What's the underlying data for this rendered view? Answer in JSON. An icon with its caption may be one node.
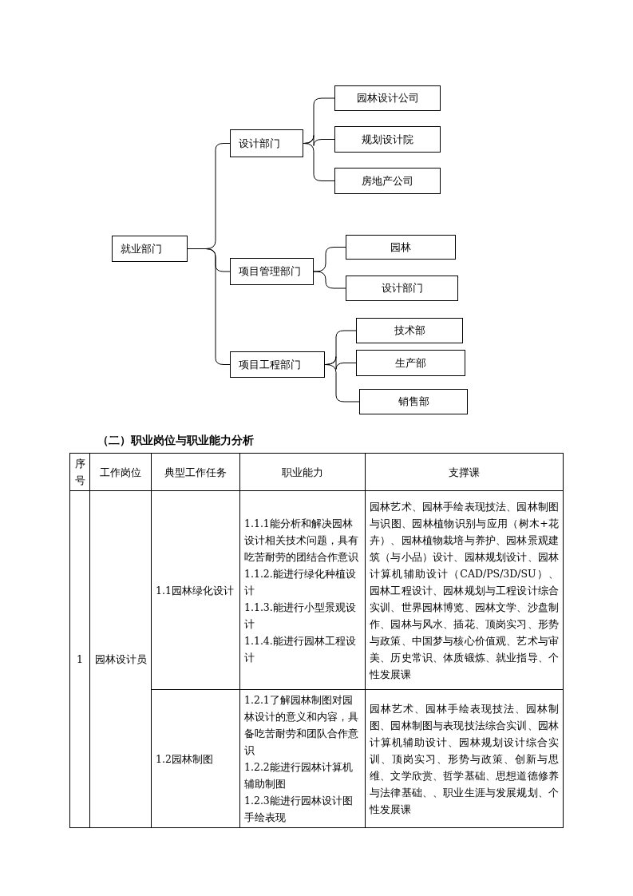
{
  "diagram": {
    "nodes": [
      {
        "text": [
          "就业部门"
        ]
      },
      {
        "text": [
          "设计部门"
        ]
      },
      {
        "text": [
          "项目管理部门"
        ]
      },
      {
        "text": [
          "项目工程部门"
        ]
      },
      {
        "text": [
          "园林设计公司"
        ]
      },
      {
        "text": [
          "规划设计院"
        ]
      },
      {
        "text": [
          "房地产公司"
        ]
      },
      {
        "text": [
          "园林"
        ]
      },
      {
        "text": [
          "设计部门"
        ]
      },
      {
        "text": [
          "技术部"
        ]
      },
      {
        "text": [
          "生产部"
        ]
      },
      {
        "text": [
          "销售部"
        ]
      }
    ],
    "edges": [
      {
        "from": 0,
        "to": 1,
        "arrow": "none"
      },
      {
        "from": 0,
        "to": 2,
        "arrow": "none"
      },
      {
        "from": 0,
        "to": 3,
        "arrow": "none"
      },
      {
        "from": 1,
        "to": 4,
        "arrow": "none"
      },
      {
        "from": 1,
        "to": 5,
        "arrow": "none"
      },
      {
        "from": 1,
        "to": 6,
        "arrow": "none"
      },
      {
        "from": 2,
        "to": 7,
        "arrow": "none"
      },
      {
        "from": 2,
        "to": 8,
        "arrow": "none"
      },
      {
        "from": 3,
        "to": 9,
        "arrow": "none"
      },
      {
        "from": 3,
        "to": 10,
        "arrow": "none"
      },
      {
        "from": 3,
        "to": 11,
        "arrow": "none"
      }
    ],
    "labels": [
      "（二）职业岗位与职业能力分析",
      "序号",
      "工作岗位",
      "典型工作任务",
      "职业能力",
      "支撑课",
      "1",
      "园林设计员",
      "1.1园林绿化设计",
      "1.1.1能分析和解决园林设计相关技术问题，具有吃苦耐劳的团结合作意识",
      "1.1.2.能进行绿化种植设计",
      "1.1.3.能进行小型景观设计",
      "1.1.4.能进行园林工程设计",
      "园林艺术、园林手绘表现技法、园林制图与识图、园林植物识别与应用（树木+花卉）、园林植物栽培与养护、园林景观建筑（与小品）设计、园林规划设计、园林计算机辅助设计（CAD/PS/3D/SU）、园林工程设计、园林规划与工程设计综合实训、世界园林博览、园林文学、沙盘制作、园林与风水、插花、顶岗实习、形势与政策、中国梦与核心价值观、艺术与审美、历史常识、体质锻炼、就业指导、个性发展课",
      "1.2园林制图",
      "1.2.1了解园林制图对园林设计的意义和内容，具备吃苦耐劳和团队合作意识",
      "1.2.2能进行园林计算机辅助制图",
      "1.2.3能进行园林设计图手绘表现",
      "园林艺术、园林手绘表现技法、园林制图、园林制图与表现技法综合实训、园林计算机辅助设计、园林规划设计综合实训、顶岗实习、形势与政策、创新与思维、文学欣赏、哲学基础、思想道德修养与法律基础、、职业生涯与发展规划、个性发展课"
    ]
  }
}
